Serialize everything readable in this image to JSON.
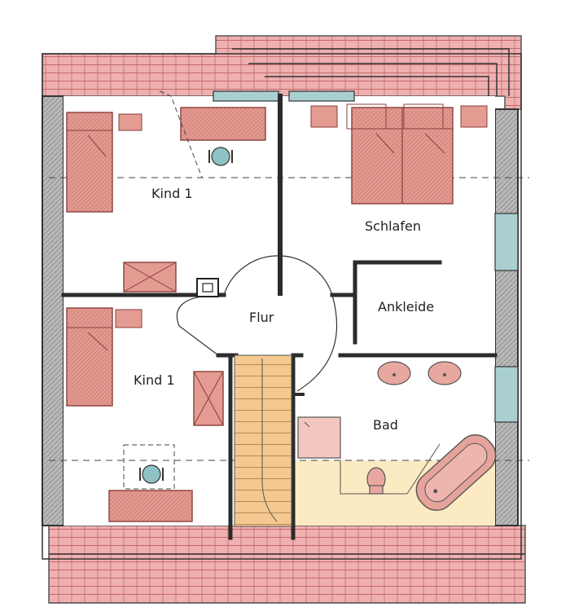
{
  "rooms": {
    "kind_top": "Kind 1",
    "kind_bottom": "Kind 1",
    "schlafen": "Schlafen",
    "flur": "Flur",
    "ankleide": "Ankleide",
    "bad": "Bad"
  },
  "colors": {
    "roof": "#e9a3a3",
    "roof_line": "#c06565",
    "wall": "#2b2b2b",
    "side_wall": "#9a9a9a",
    "furniture": "#dd8f86",
    "furniture_line": "#a04d48",
    "window": "#9ec7c9",
    "stair": "#f2c489",
    "floor_warm": "#fbe7bf",
    "sink": "#e6a39c"
  }
}
